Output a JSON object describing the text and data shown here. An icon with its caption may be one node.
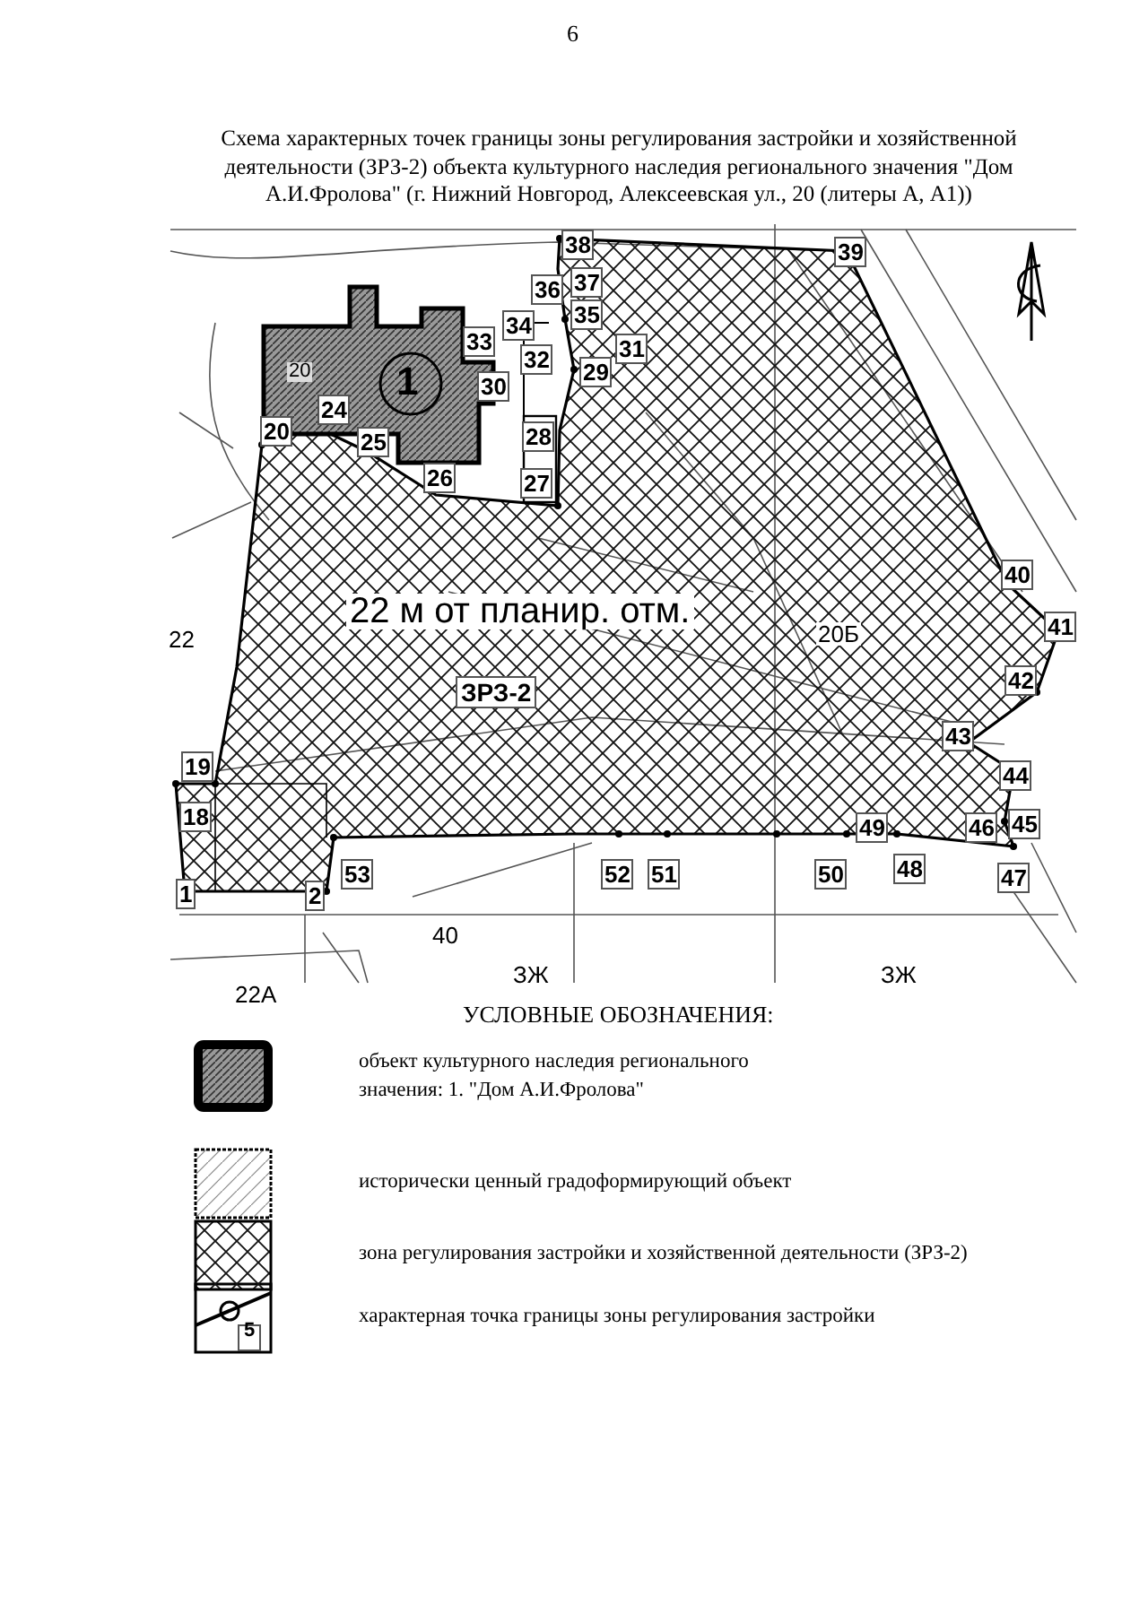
{
  "diagram": {
    "title": "Схема характерных точек границы зоны регулирования застройки и хозяйственной деятельности (ЗРЗ-2) объекта культурного наследия регионального значения \"Дом А.И.Фролова\" (г. Нижний Новгород, Алексеевская ул., 20 (литеры А, А1))",
    "labels": [
      "6",
      "38",
      "39",
      "37",
      "36",
      "35",
      "34",
      "31",
      "33",
      "20",
      "1",
      "32",
      "29",
      "30",
      "24",
      "28",
      "20",
      "25",
      "27",
      "26",
      "40",
      "22 м от планир. отм.",
      "20Б",
      "22",
      "41",
      "42",
      "ЗРЗ-2",
      "43",
      "19",
      "44",
      "18",
      "49",
      "46",
      "45",
      "53",
      "52",
      "51",
      "50",
      "48",
      "47",
      "1",
      "2",
      "40",
      "ЗЖ",
      "ЗЖ",
      "22А",
      "УСЛОВНЫЕ ОБОЗНАЧЕНИЯ:",
      "5"
    ],
    "legend": [
      {
        "text": "объект культурного наследия регионального значения: 1. \"Дом А.И.Фролова\""
      },
      {
        "text": "исторически ценный градоформирующий объект"
      },
      {
        "text": "зона регулирования застройки и хозяйственной деятельности (ЗРЗ-2)"
      },
      {
        "text": "характерная точка границы зоны регулирования застройки"
      }
    ]
  }
}
